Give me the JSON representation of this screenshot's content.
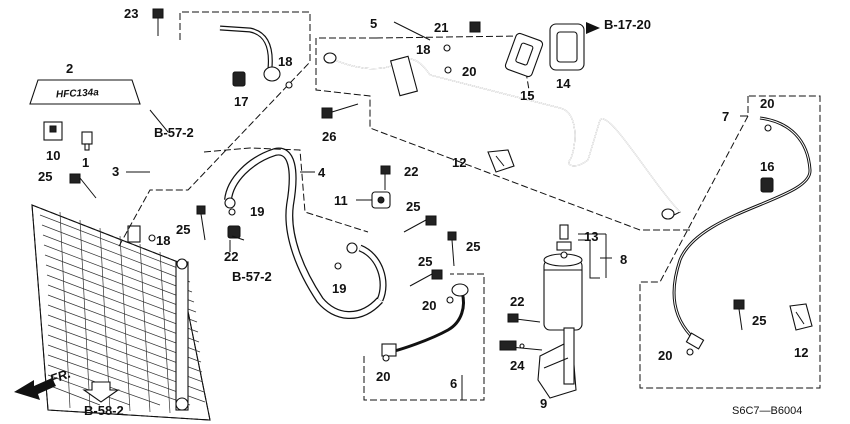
{
  "diagram_code": "S6C7—B6004",
  "direction_label": "FR.",
  "plate_text": "HFC134a",
  "callouts": [
    {
      "id": "c1",
      "text": "1"
    },
    {
      "id": "c2",
      "text": "2"
    },
    {
      "id": "c3",
      "text": "3"
    },
    {
      "id": "c4",
      "text": "4"
    },
    {
      "id": "c5",
      "text": "5"
    },
    {
      "id": "c6",
      "text": "6"
    },
    {
      "id": "c7",
      "text": "7"
    },
    {
      "id": "c8",
      "text": "8"
    },
    {
      "id": "c9",
      "text": "9"
    },
    {
      "id": "c10",
      "text": "10"
    },
    {
      "id": "c11",
      "text": "11"
    },
    {
      "id": "c12a",
      "text": "12"
    },
    {
      "id": "c12b",
      "text": "12"
    },
    {
      "id": "c13",
      "text": "13"
    },
    {
      "id": "c14",
      "text": "14"
    },
    {
      "id": "c15",
      "text": "15"
    },
    {
      "id": "c16",
      "text": "16"
    },
    {
      "id": "c17",
      "text": "17"
    },
    {
      "id": "c18a",
      "text": "18"
    },
    {
      "id": "c18b",
      "text": "18"
    },
    {
      "id": "c18c",
      "text": "18"
    },
    {
      "id": "c19a",
      "text": "19"
    },
    {
      "id": "c19b",
      "text": "19"
    },
    {
      "id": "c20a",
      "text": "20"
    },
    {
      "id": "c20b",
      "text": "20"
    },
    {
      "id": "c20c",
      "text": "20"
    },
    {
      "id": "c20d",
      "text": "20"
    },
    {
      "id": "c20e",
      "text": "20"
    },
    {
      "id": "c21",
      "text": "21"
    },
    {
      "id": "c22a",
      "text": "22"
    },
    {
      "id": "c22b",
      "text": "22"
    },
    {
      "id": "c22c",
      "text": "22"
    },
    {
      "id": "c23",
      "text": "23"
    },
    {
      "id": "c24",
      "text": "24"
    },
    {
      "id": "c25a",
      "text": "25"
    },
    {
      "id": "c25b",
      "text": "25"
    },
    {
      "id": "c25c",
      "text": "25"
    },
    {
      "id": "c25d",
      "text": "25"
    },
    {
      "id": "c25e",
      "text": "25"
    },
    {
      "id": "c25f",
      "text": "25"
    },
    {
      "id": "c26",
      "text": "26"
    }
  ],
  "references": [
    {
      "id": "r1",
      "text": "B-17-20"
    },
    {
      "id": "r2",
      "text": "B-57-2"
    },
    {
      "id": "r3",
      "text": "B-57-2"
    },
    {
      "id": "r4",
      "text": "B-58-2"
    }
  ]
}
